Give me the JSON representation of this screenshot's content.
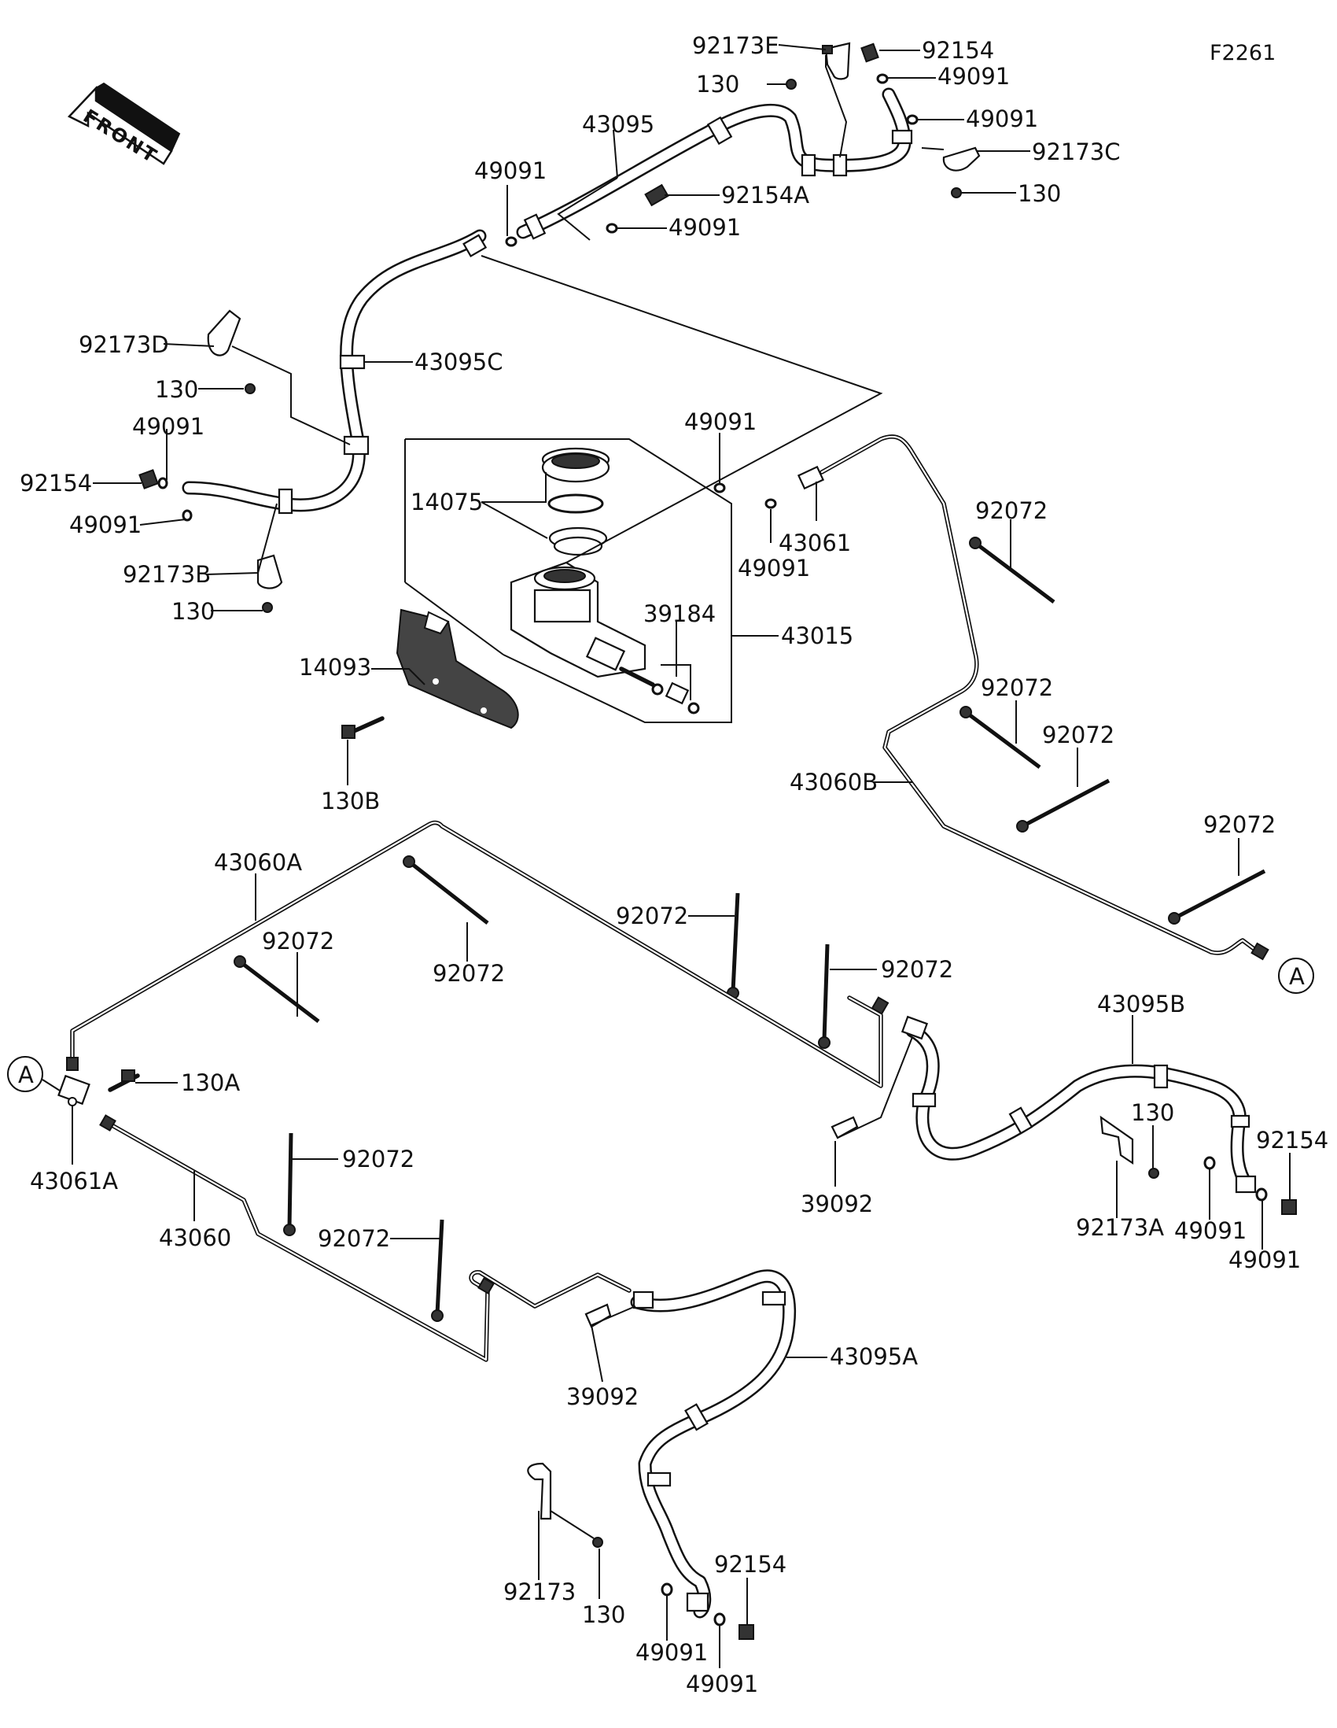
{
  "figure_number": "F2261",
  "front_label": "FRONT",
  "ref_marker": "A",
  "parts": {
    "hose_43095": "43095",
    "hose_43095A": "43095A",
    "hose_43095B": "43095B",
    "hose_43095C": "43095C",
    "pipe_43060": "43060",
    "pipe_43060A": "43060A",
    "pipe_43060B": "43060B",
    "joint_43061": "43061",
    "joint_43061A": "43061A",
    "master_cyl_43015": "43015",
    "cap_14075": "14075",
    "cover_14093": "14093",
    "kit_39184": "39184",
    "clip_39092": "39092",
    "band_92072": "92072",
    "bolt_92154": "92154",
    "bolt_92154A": "92154A",
    "gasket_49091": "49091",
    "bracket_92173": "92173",
    "bracket_92173A": "92173A",
    "bracket_92173B": "92173B",
    "bracket_92173C": "92173C",
    "bracket_92173D": "92173D",
    "bracket_92173E": "92173E",
    "bolt_130": "130",
    "bolt_130A": "130A",
    "bolt_130B": "130B"
  }
}
